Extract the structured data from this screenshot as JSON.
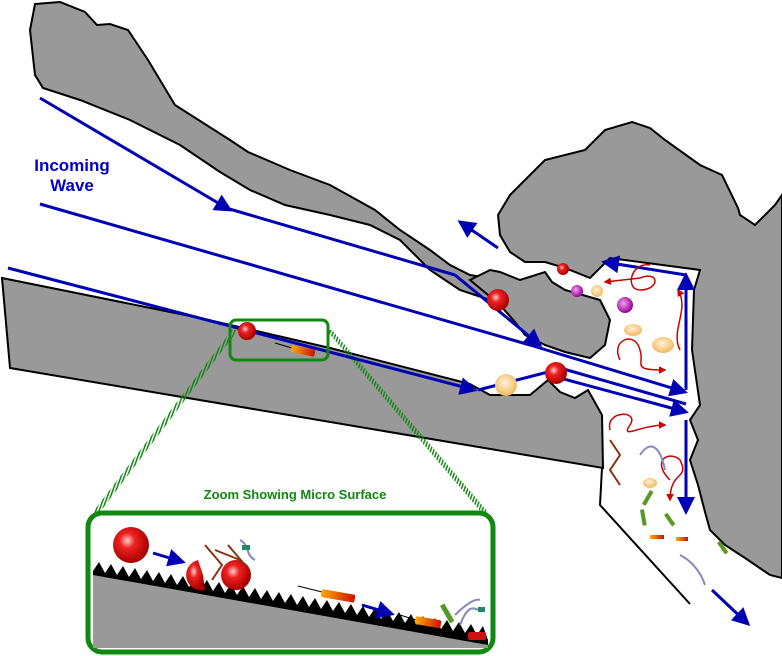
{
  "diagram": {
    "labels": {
      "incoming_wave_line1": "Incoming",
      "incoming_wave_line2": "Wave",
      "zoom_caption": "Zoom Showing Micro Surface"
    },
    "colors": {
      "rock": "#999999",
      "outline": "#000000",
      "flow_arrow": "#0000b4",
      "turbulence_arrow": "#cc0000",
      "zoom_frame": "#118811",
      "label_blue": "#0000c8",
      "particle_red": "#dd1111",
      "particle_orange": "#ff9900",
      "particle_purple": "#aa11bb",
      "particle_tan": "#f8c878"
    },
    "elements": [
      "upper-rock",
      "lower-rock-slab",
      "right-rock-outcrop",
      "incoming-wave-arrows",
      "turbulent-pool",
      "outflow-channel",
      "micro-surface-zoom-inset"
    ]
  }
}
